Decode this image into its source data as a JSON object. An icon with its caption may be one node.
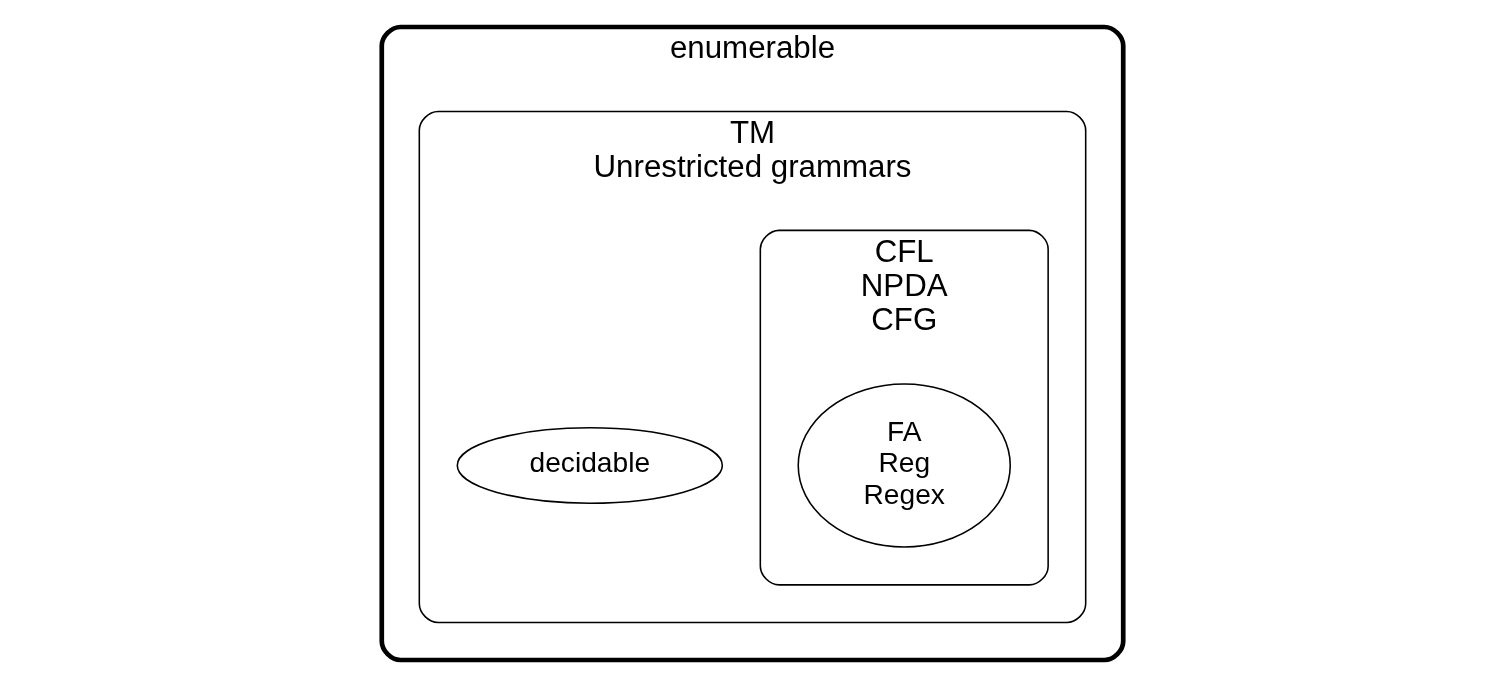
{
  "diagram": {
    "nodes": [
      {
        "text": [
          "enumerable"
        ]
      },
      {
        "text": [
          "TM",
          "Unrestricted grammars"
        ],
        "in": 0
      },
      {
        "text": [
          "decidable"
        ],
        "in": 1
      },
      {
        "text": [
          "CFL",
          "NPDA",
          "CFG"
        ],
        "in": 1
      },
      {
        "text": [
          "FA",
          "Reg",
          "Regex"
        ],
        "in": 3
      }
    ]
  }
}
